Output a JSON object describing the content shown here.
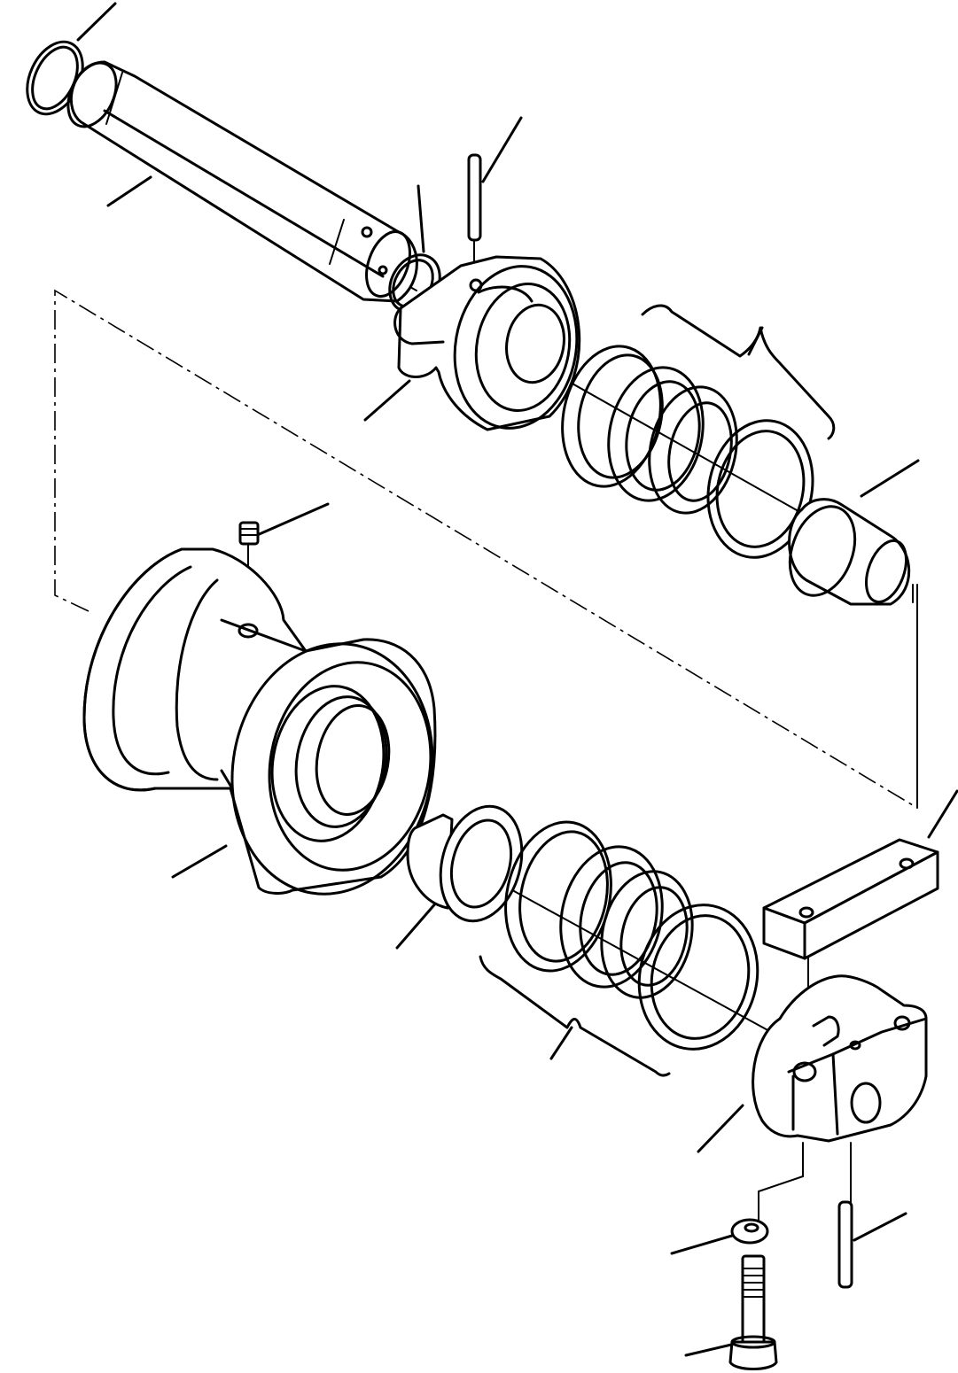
{
  "diagram": {
    "kind": "exploded-parts-view",
    "colors": {
      "ink": "#000000",
      "paper": "#ffffff"
    },
    "parts": [
      {
        "name": "o-ring-top"
      },
      {
        "name": "roller-shaft"
      },
      {
        "name": "retaining-ring"
      },
      {
        "name": "dowel-pin-top"
      },
      {
        "name": "end-collar-top"
      },
      {
        "name": "seal-group-top"
      },
      {
        "name": "bushing-right"
      },
      {
        "name": "plug"
      },
      {
        "name": "roller-body"
      },
      {
        "name": "bushing-left"
      },
      {
        "name": "seal-group-bottom"
      },
      {
        "name": "guard-plate"
      },
      {
        "name": "end-collar-bottom"
      },
      {
        "name": "washer"
      },
      {
        "name": "dowel-pin-bottom"
      },
      {
        "name": "bolt"
      }
    ]
  }
}
